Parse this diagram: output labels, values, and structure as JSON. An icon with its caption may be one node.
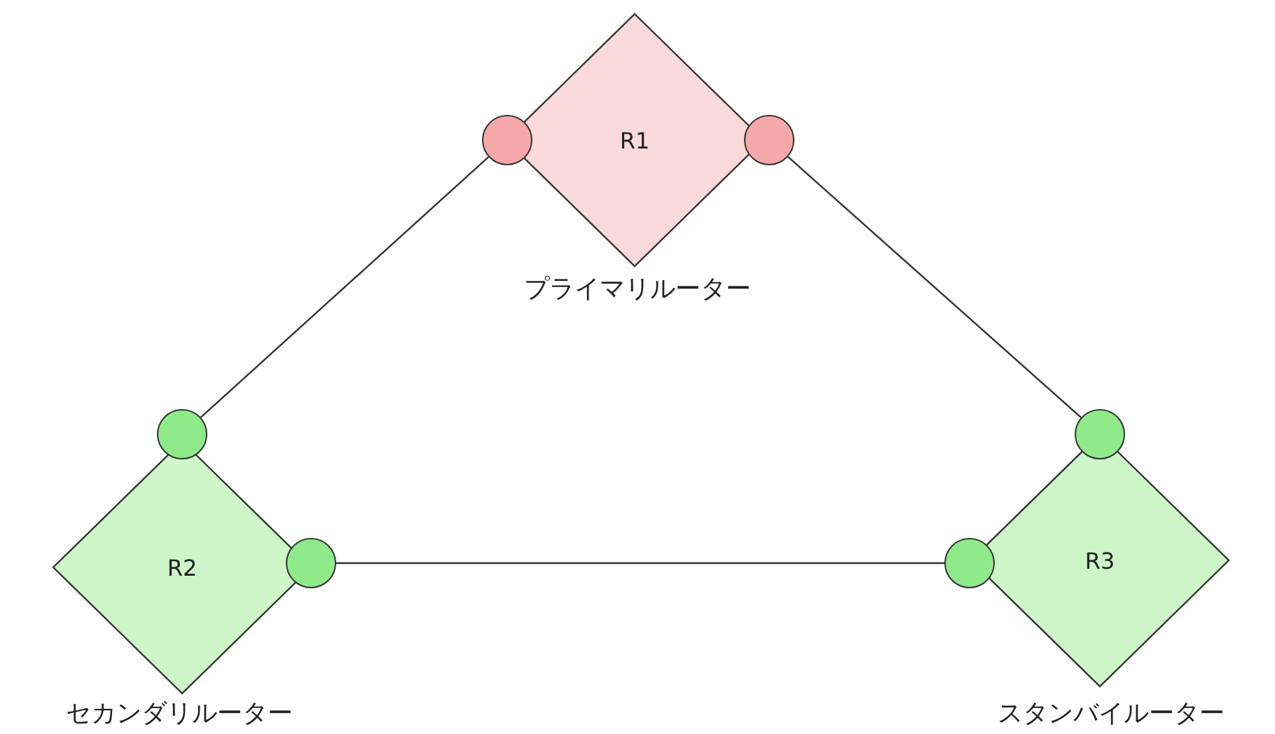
{
  "diagram": {
    "nodes": [
      {
        "text": [
          "R1"
        ],
        "beside": [
          "プライマリルーター"
        ]
      },
      {
        "text": [],
        "shape": "circle"
      },
      {
        "text": [],
        "shape": "circle"
      },
      {
        "text": [
          "R2"
        ],
        "beside": [
          "セカンダリルーター"
        ]
      },
      {
        "text": [],
        "shape": "circle"
      },
      {
        "text": [],
        "shape": "circle"
      },
      {
        "text": [
          "R3"
        ],
        "beside": [
          "スタンバイルーター"
        ]
      },
      {
        "text": [],
        "shape": "circle"
      },
      {
        "text": [],
        "shape": "circle"
      }
    ],
    "edges": [
      {
        "from": 1,
        "to": 4,
        "arrow": "none"
      },
      {
        "from": 2,
        "to": 8,
        "arrow": "none"
      },
      {
        "from": 5,
        "to": 7,
        "arrow": "none"
      }
    ]
  }
}
